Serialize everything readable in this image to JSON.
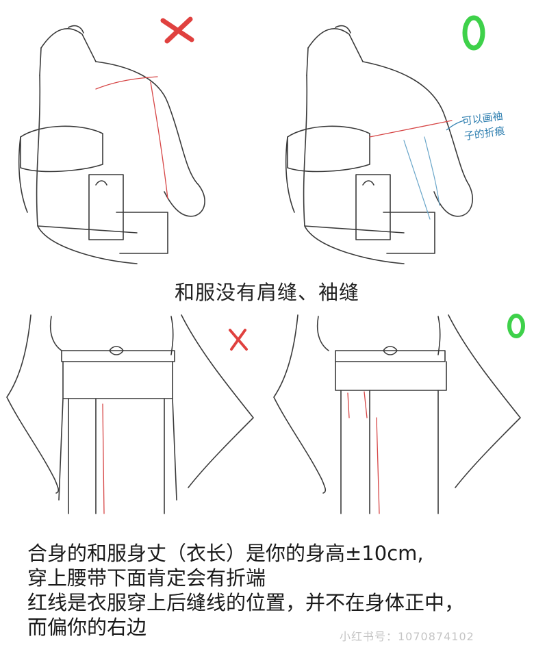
{
  "caption_top": "和服没有肩缝、袖缝",
  "hand_note": {
    "line1": "可以画袖",
    "line2": "子的折痕"
  },
  "notes": [
    "合身的和服身丈（衣长）是你的身高±10cm,",
    "穿上腰带下面肯定会有折端",
    "红线是衣服穿上后缝线的位置，并不在身体正中，",
    "而偏你的右边"
  ],
  "watermark": "小红书号：1070874102",
  "colors": {
    "wrong_mark": "#e0413f",
    "right_mark": "#3ed14a",
    "seam_line": "#d64545",
    "crease_line": "#6aa6c9"
  }
}
